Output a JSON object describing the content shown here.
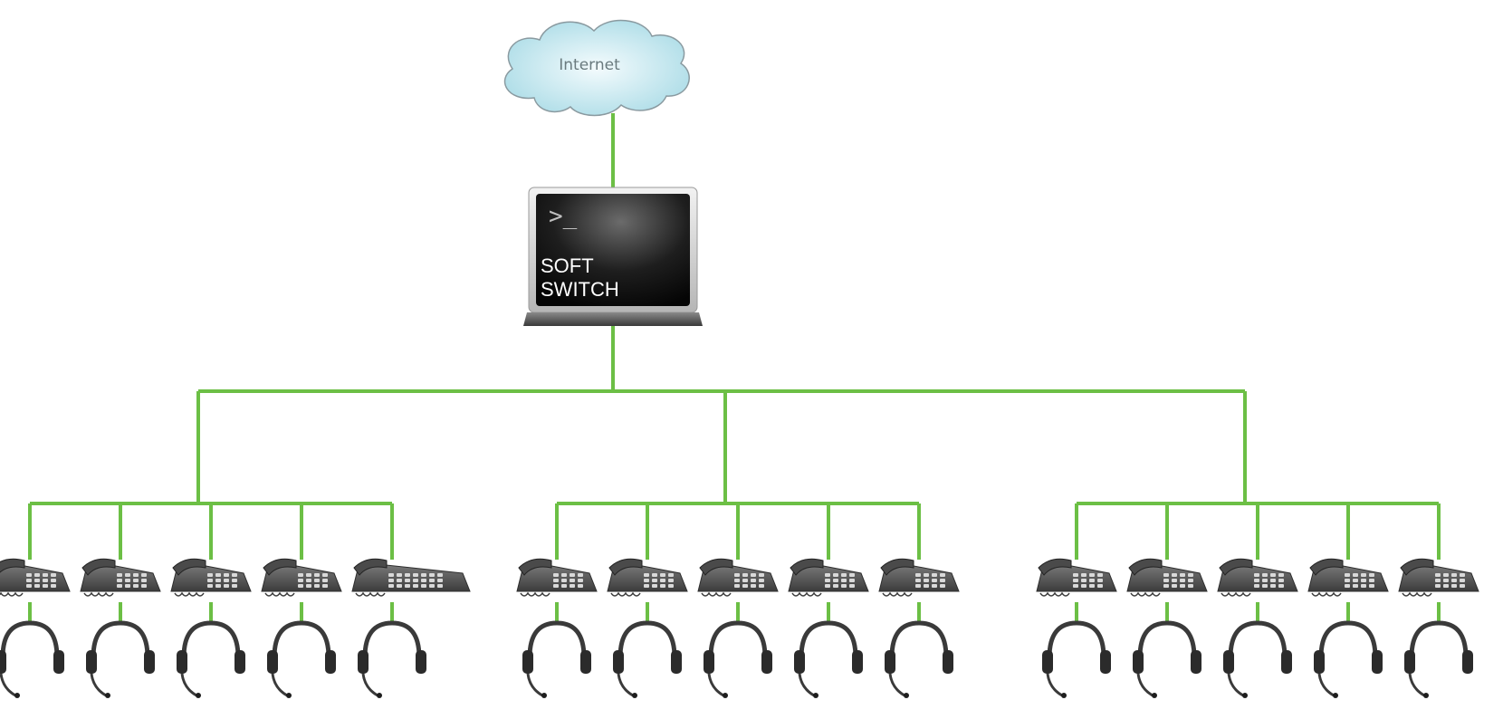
{
  "internet": {
    "label": "Internet",
    "icon": "cloud-icon"
  },
  "softswitch": {
    "prompt": ">_",
    "line1": "SOFT",
    "line2": "SWITCH",
    "icon": "terminal-icon"
  },
  "colors": {
    "link": "#6cbf45",
    "cloud": "#bfe6ee",
    "screen": "#1a1a1a",
    "device": "#5a5a5a"
  },
  "groups": [
    {
      "endpoints": [
        {
          "phone": "desk-phone-icon",
          "headset": "headset-icon"
        },
        {
          "phone": "desk-phone-icon",
          "headset": "headset-icon"
        },
        {
          "phone": "desk-phone-icon",
          "headset": "headset-icon"
        },
        {
          "phone": "desk-phone-icon",
          "headset": "headset-icon"
        },
        {
          "phone": "operator-console-phone-icon",
          "headset": "headset-icon"
        }
      ]
    },
    {
      "endpoints": [
        {
          "phone": "desk-phone-icon",
          "headset": "headset-icon"
        },
        {
          "phone": "desk-phone-icon",
          "headset": "headset-icon"
        },
        {
          "phone": "desk-phone-icon",
          "headset": "headset-icon"
        },
        {
          "phone": "desk-phone-icon",
          "headset": "headset-icon"
        },
        {
          "phone": "desk-phone-icon",
          "headset": "headset-icon"
        }
      ]
    },
    {
      "endpoints": [
        {
          "phone": "desk-phone-icon",
          "headset": "headset-icon"
        },
        {
          "phone": "desk-phone-icon",
          "headset": "headset-icon"
        },
        {
          "phone": "desk-phone-icon",
          "headset": "headset-icon"
        },
        {
          "phone": "desk-phone-icon",
          "headset": "headset-icon"
        },
        {
          "phone": "desk-phone-icon",
          "headset": "headset-icon"
        }
      ]
    }
  ]
}
